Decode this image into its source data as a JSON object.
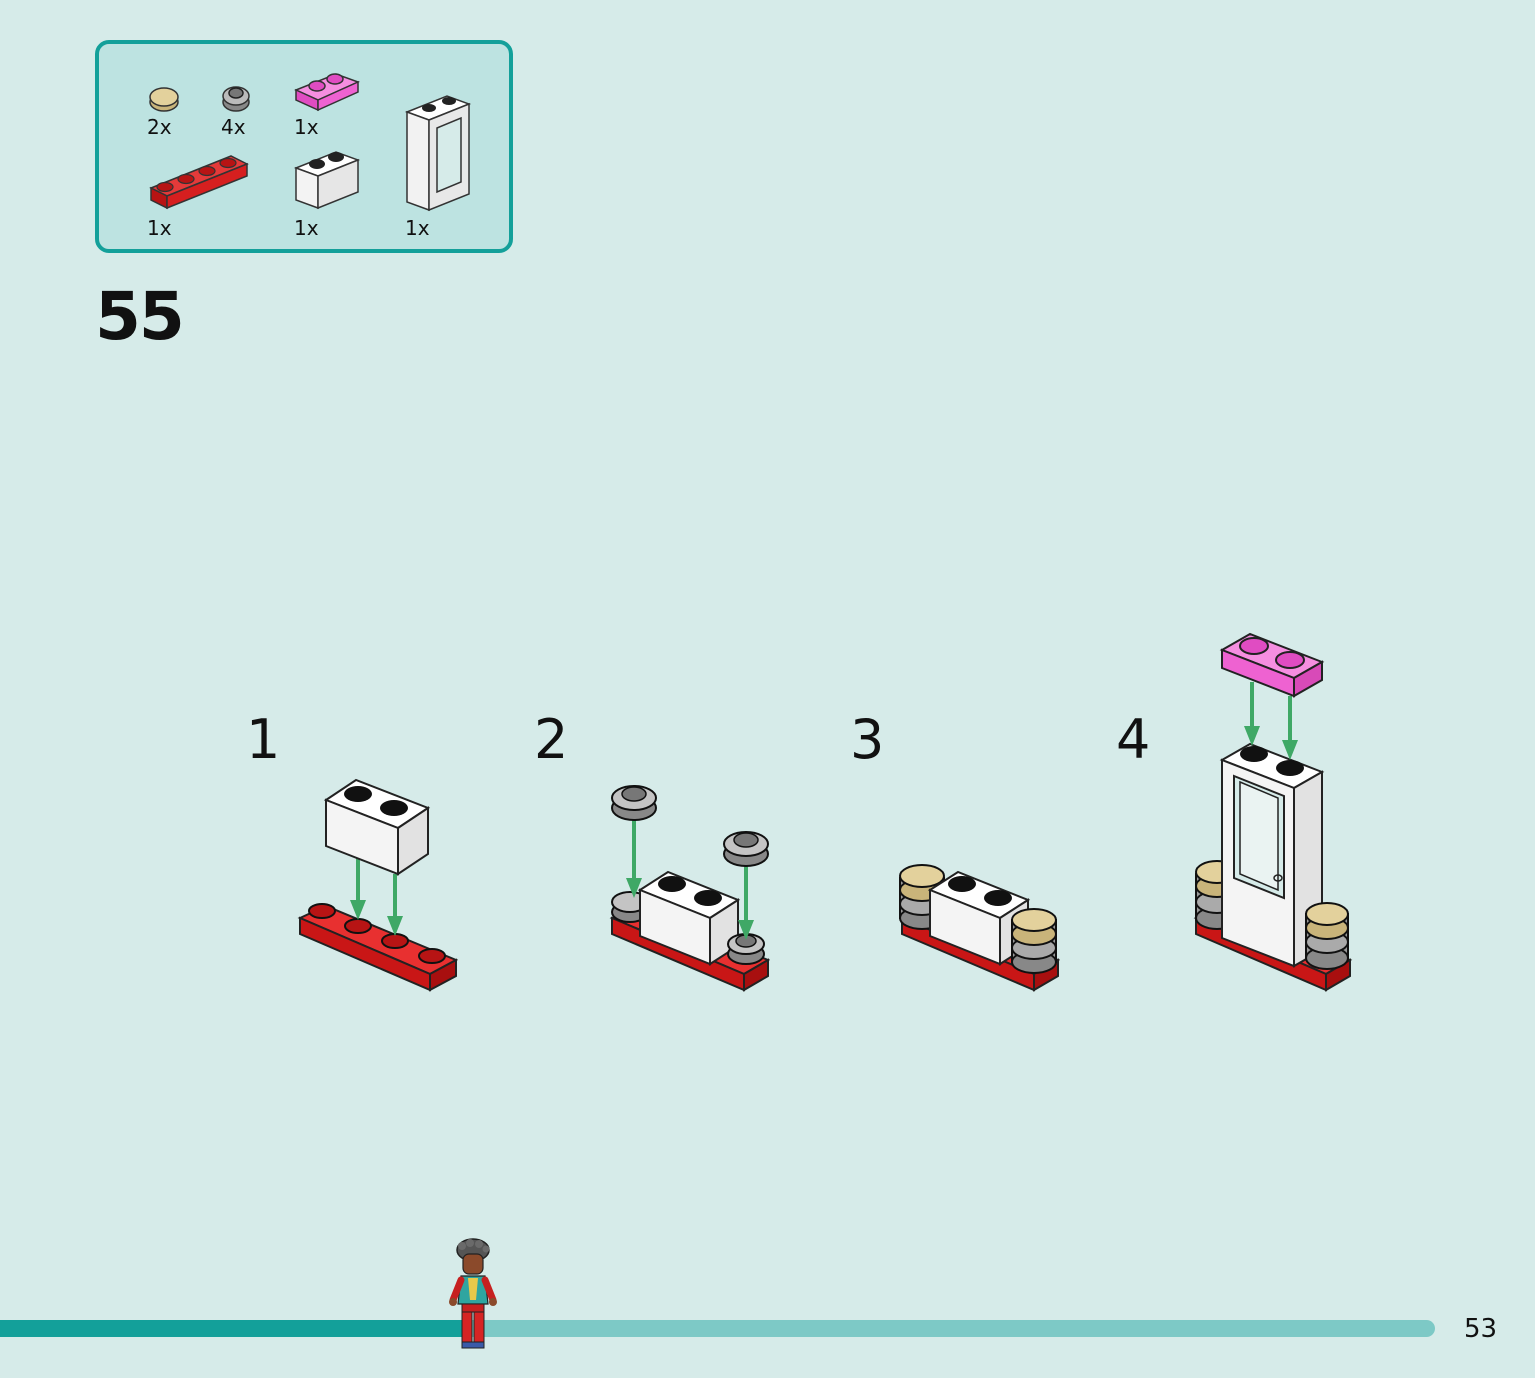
{
  "parts": [
    {
      "name": "tan-round-plate-1x1",
      "qty": "2x"
    },
    {
      "name": "gray-round-plate-1x1",
      "qty": "4x"
    },
    {
      "name": "pink-plate-1x2",
      "qty": "1x"
    },
    {
      "name": "red-plate-1x4-rounded",
      "qty": "1x"
    },
    {
      "name": "white-brick-1x2",
      "qty": "1x"
    },
    {
      "name": "white-window-frame-1x2x3",
      "qty": "1x"
    }
  ],
  "step_number": "55",
  "substeps": [
    "1",
    "2",
    "3",
    "4"
  ],
  "progress_fraction": 0.325,
  "page_number": "53",
  "colors": {
    "background": "#d6ebe9",
    "accent": "#13a09a",
    "red": "#d61f1f",
    "pink": "#f06ad4",
    "tan": "#d9c48e",
    "gray": "#9a9a9a",
    "arrow": "#3fa866"
  }
}
